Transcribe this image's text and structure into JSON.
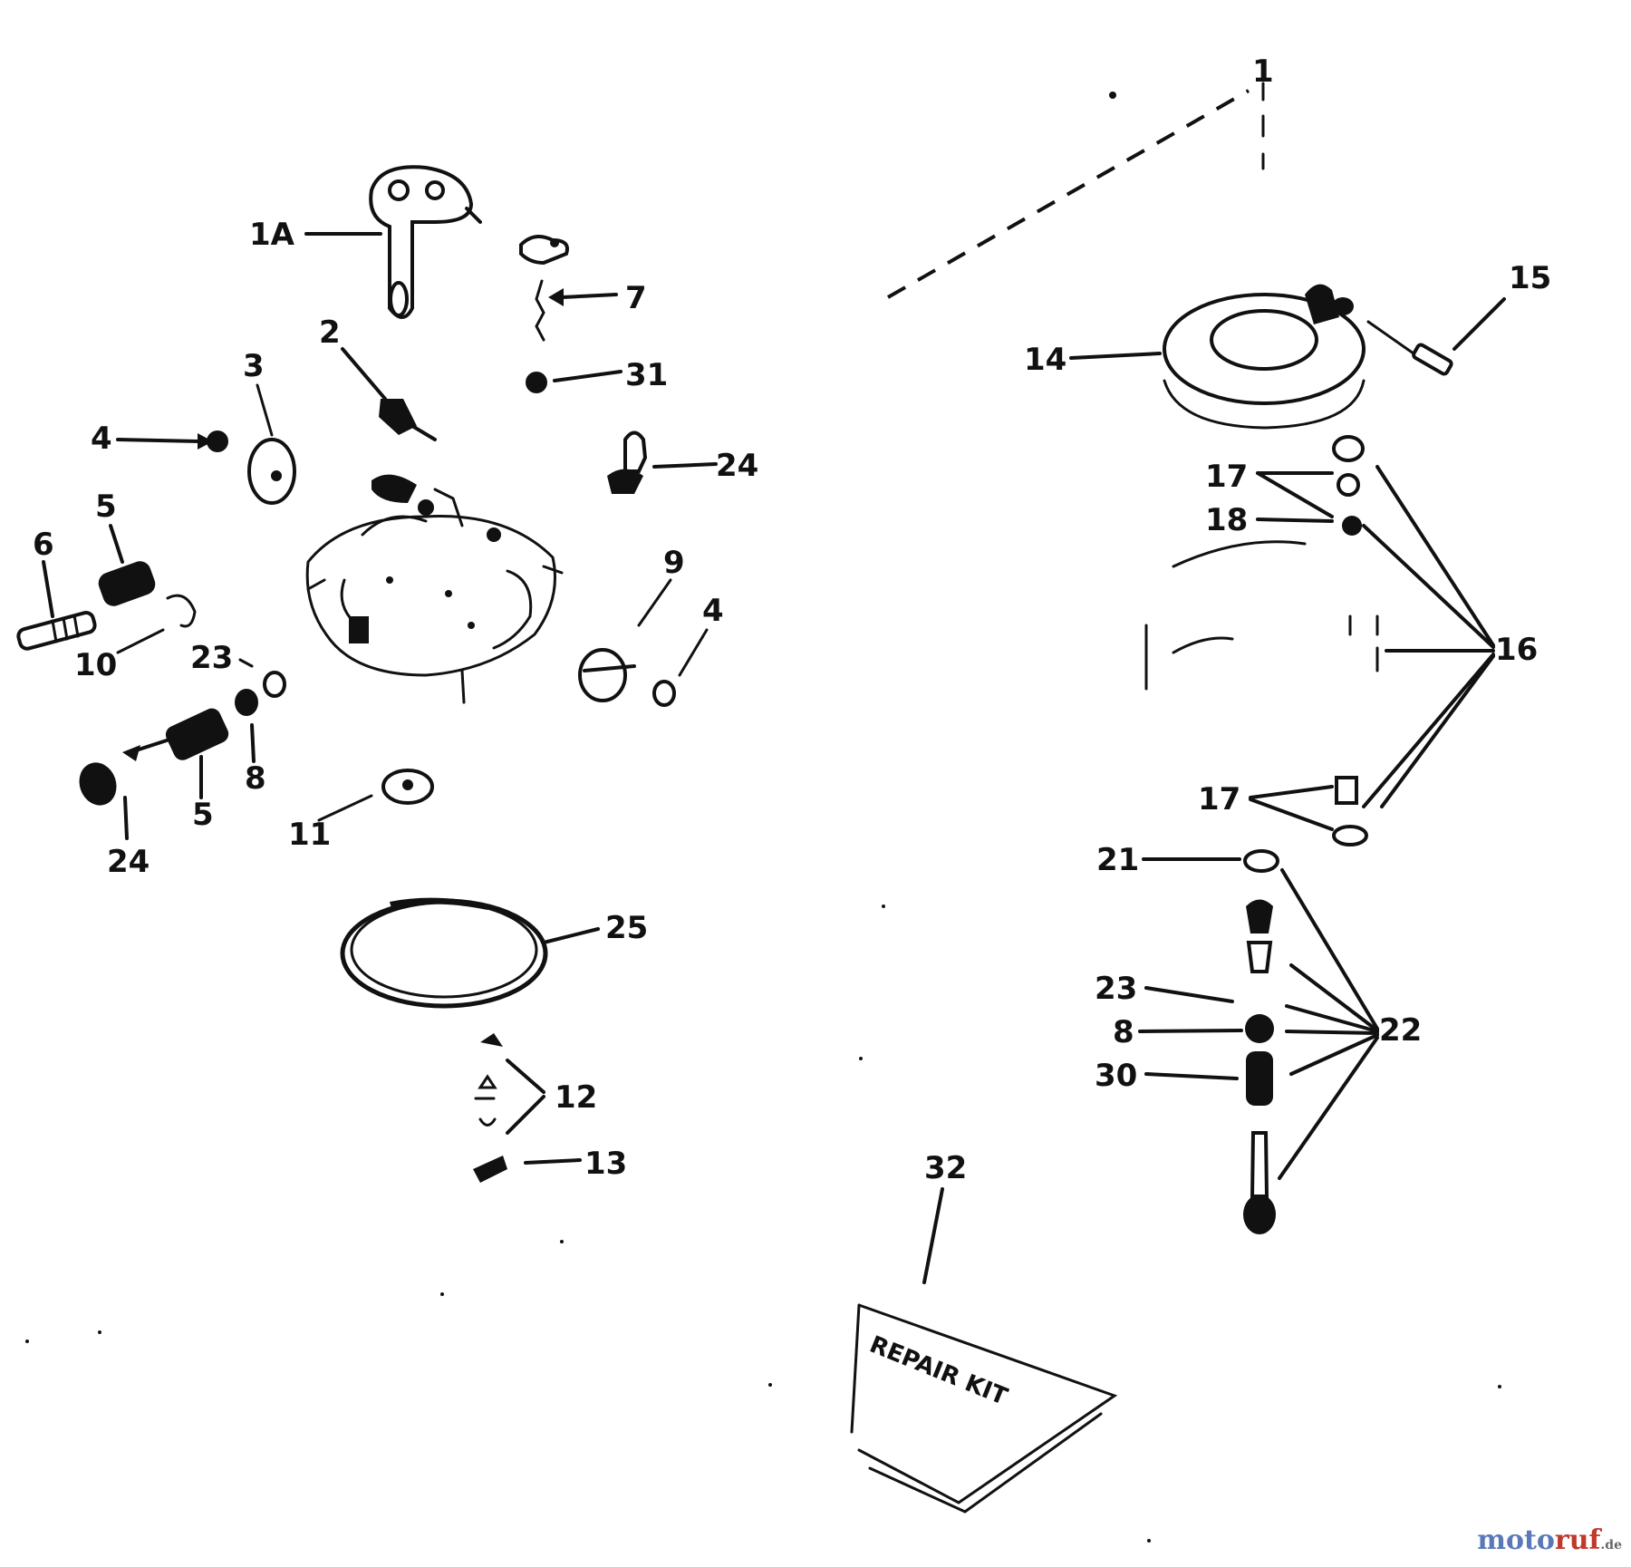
{
  "diagram": {
    "callouts": [
      "1",
      "1A",
      "2",
      "3",
      "4",
      "4",
      "5",
      "5",
      "6",
      "7",
      "8",
      "8",
      "9",
      "10",
      "11",
      "12",
      "13",
      "14",
      "15",
      "16",
      "17",
      "17",
      "18",
      "21",
      "22",
      "23",
      "23",
      "24",
      "24",
      "25",
      "30",
      "31",
      "32"
    ],
    "kit_box_text": "REPAIR KIT"
  },
  "watermark": {
    "part1": "moto",
    "part2": "ruf",
    "suffix": ".de"
  }
}
